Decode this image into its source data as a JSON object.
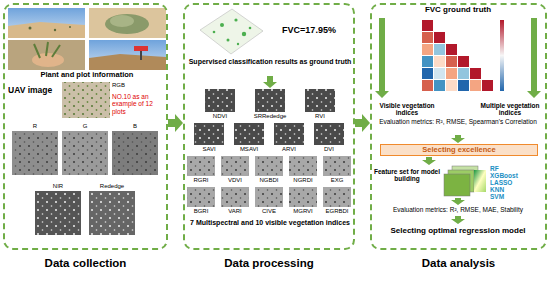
{
  "diagram": {
    "nodes": [
      {
        "text": [
          "Data collection"
        ]
      },
      {
        "text": [
          "Data processing"
        ]
      },
      {
        "text": [
          "Data analysis"
        ]
      },
      {
        "text": [
          "Selecting excellence"
        ],
        "in": 2
      }
    ],
    "edges": [
      {
        "from": 0,
        "to": 1,
        "arrow": "to"
      },
      {
        "from": 1,
        "to": 2,
        "arrow": "to"
      }
    ],
    "labels": [
      "Plant and plot information",
      "UAV image",
      "NO.10 as an example of 12 plots",
      "RGB",
      "R",
      "G",
      "B",
      "NIR",
      "Rededge",
      "FVC=17.95%",
      "Supervised classification results as ground truth",
      "NDVI",
      "SRRededge",
      "RVI",
      "SAVI",
      "MSAVI",
      "ARVI",
      "DVI",
      "RGRI",
      "VDVI",
      "NGBDI",
      "NGRDI",
      "EXG",
      "BGRI",
      "VARI",
      "CIVE",
      "MGRVI",
      "EGRBDI",
      "7 Multispectral and 10 visible vegetation indices",
      "FVC ground truth",
      "Visible vegetation indices",
      "Multiple vegetation indices",
      "Evaluation metrics: R², RMSE, Spearman's Correlation",
      "Feature set for model building",
      "RF",
      "XGBoost",
      "LASSO",
      "KNN",
      "SVM",
      "Evaluation metrics: R², RMSE, MAE, Stability",
      "Selecting optimal regression model"
    ]
  }
}
